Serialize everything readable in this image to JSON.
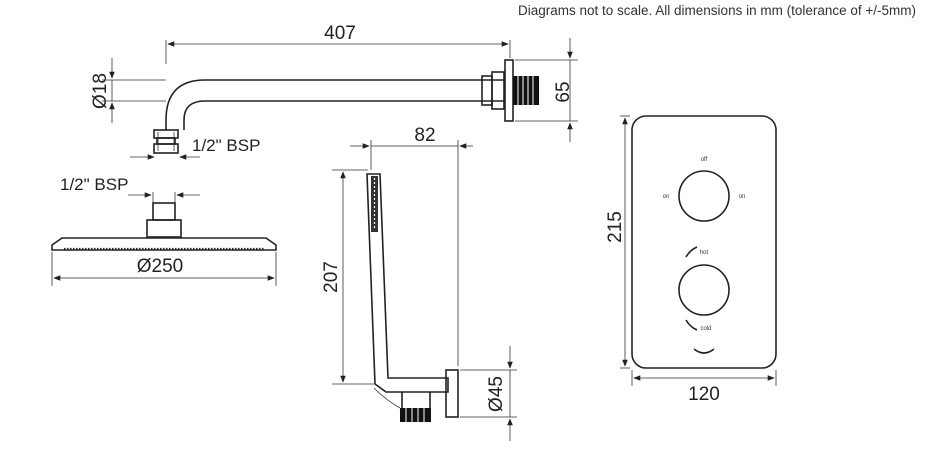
{
  "note": "Diagrams not to scale. All dimensions in mm (tolerance of +/-5mm)",
  "shower_arm": {
    "length": "407",
    "height": "65",
    "diameter": "Ø18",
    "thread": "1/2\" BSP"
  },
  "shower_head": {
    "thread": "1/2\" BSP",
    "diameter": "Ø250"
  },
  "hand_shower": {
    "depth": "82",
    "height": "207",
    "diameter": "Ø45"
  },
  "valve_plate": {
    "height": "215",
    "width": "120",
    "labels": {
      "off": "off",
      "on_left": "on",
      "on_right": "on",
      "hot": "hot",
      "cold": "cold"
    }
  }
}
